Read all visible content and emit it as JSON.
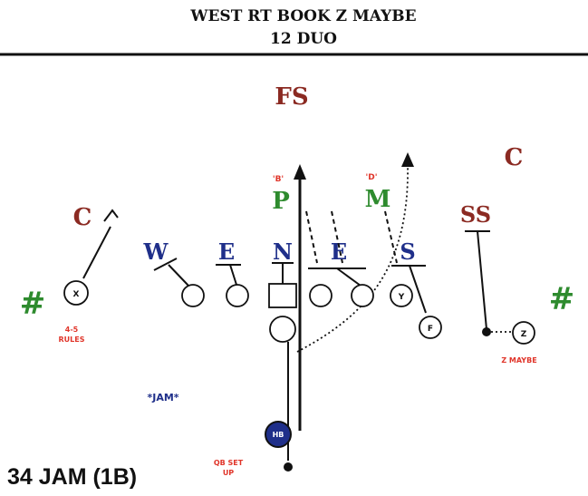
{
  "header": {
    "formation": "WEST RT BOOK Z MAYBE",
    "personnel": "12 DUO"
  },
  "defense": {
    "fs": "FS",
    "c_left": "C",
    "c_right": "C",
    "ss": "SS",
    "p": "P",
    "m": "M",
    "p_gap": "'B'",
    "m_gap": "'D'",
    "w": "W",
    "e_left": "E",
    "n": "N",
    "e_right": "E",
    "s": "S"
  },
  "offense": {
    "x": "X",
    "y": "Y",
    "f": "F",
    "z": "Z",
    "hb": "HB"
  },
  "notes": {
    "x_rule_line1": "4-5",
    "x_rule_line2": "RULES",
    "z_note": "Z MAYBE",
    "jam": "*JAM*",
    "qb_line1": "QB SET",
    "qb_line2": "UP",
    "play_name": "34 JAM (1B)",
    "hash_left": "#",
    "hash_right": "#"
  },
  "colors": {
    "defense_red": "#8b2a22",
    "defense_green": "#2e8b2e",
    "defense_blue": "#1f2f8a",
    "note_red": "#e0352a",
    "hb_fill": "#1f2f8a"
  }
}
